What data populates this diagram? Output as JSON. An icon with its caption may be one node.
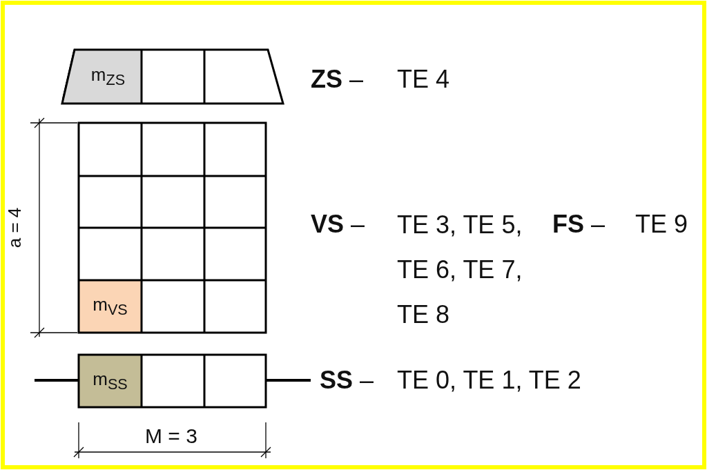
{
  "diagram": {
    "nodes": [
      {
        "text": [
          "m$_{ZS}$"
        ]
      },
      {
        "text": [
          "m$_{VS}$"
        ]
      },
      {
        "text": [
          "m$_{SS}$"
        ]
      }
    ],
    "labels": [
      "**ZS** –",
      "TE 4",
      "a = 4",
      "**VS** –",
      "TE 3, TE 5, TE 6, TE 7, TE 8",
      "**FS** –",
      "TE 9",
      "**SS** –",
      "TE 0, TE 1, TE 2",
      "M = 3"
    ]
  }
}
